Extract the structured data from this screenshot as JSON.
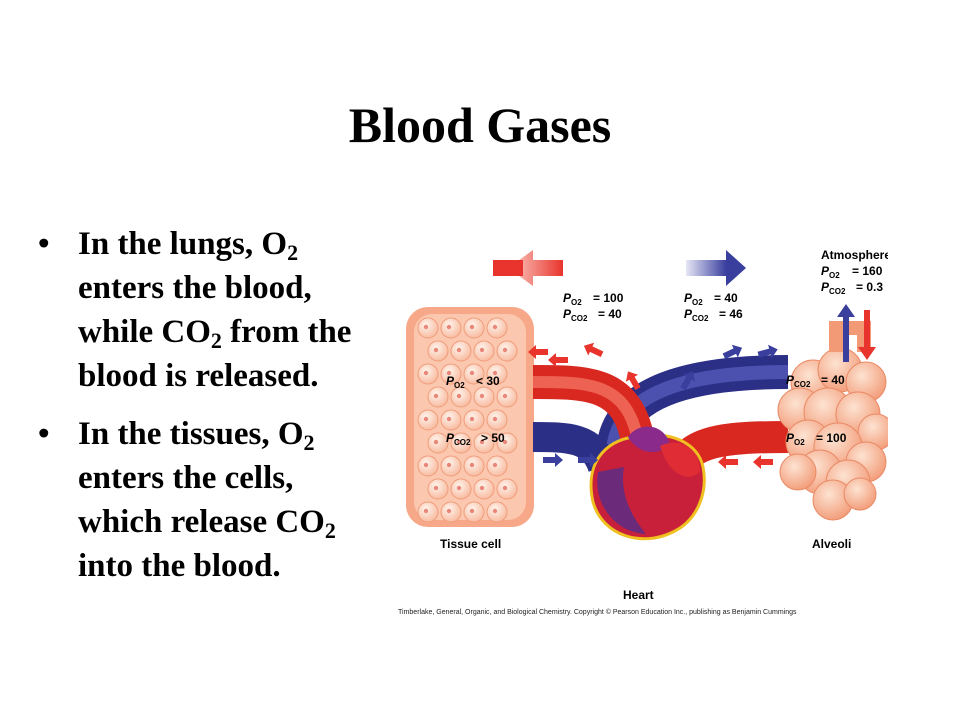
{
  "title": "Blood Gases",
  "bullets": [
    {
      "parts": [
        "In the lungs, O",
        "2",
        " enters the blood, while CO",
        "2",
        " from the blood is released."
      ]
    },
    {
      "parts": [
        "In the tissues, O",
        "2",
        " enters the cells, which release CO",
        "2",
        " into the blood."
      ]
    }
  ],
  "diagram": {
    "atmosphere_label": "Atmosphere",
    "atmosphere_po2": "= 160",
    "atmosphere_pco2": "= 0.3",
    "arterial_po2": "= 100",
    "arterial_pco2": "= 40",
    "venous_po2": "= 40",
    "venous_pco2": "= 46",
    "tissue_po2": "< 30",
    "tissue_pco2": "> 50",
    "alveoli_pco2": "= 40",
    "alveoli_po2": "= 100",
    "tissue_label": "Tissue cell",
    "alveoli_label": "Alveoli",
    "heart_label": "Heart",
    "symbol_p": "P",
    "sub_o2": "O2",
    "sub_co2": "CO2",
    "credit": "Timberlake, General, Organic, and Biological Chemistry.  Copyright © Pearson Education Inc., publishing as Benjamin Cummings",
    "colors": {
      "arterial": "#e8342c",
      "venous": "#3a3f9e",
      "tissue": "#f6a888",
      "alveoli": "#f4b08c",
      "heart": "#c8203a"
    }
  }
}
